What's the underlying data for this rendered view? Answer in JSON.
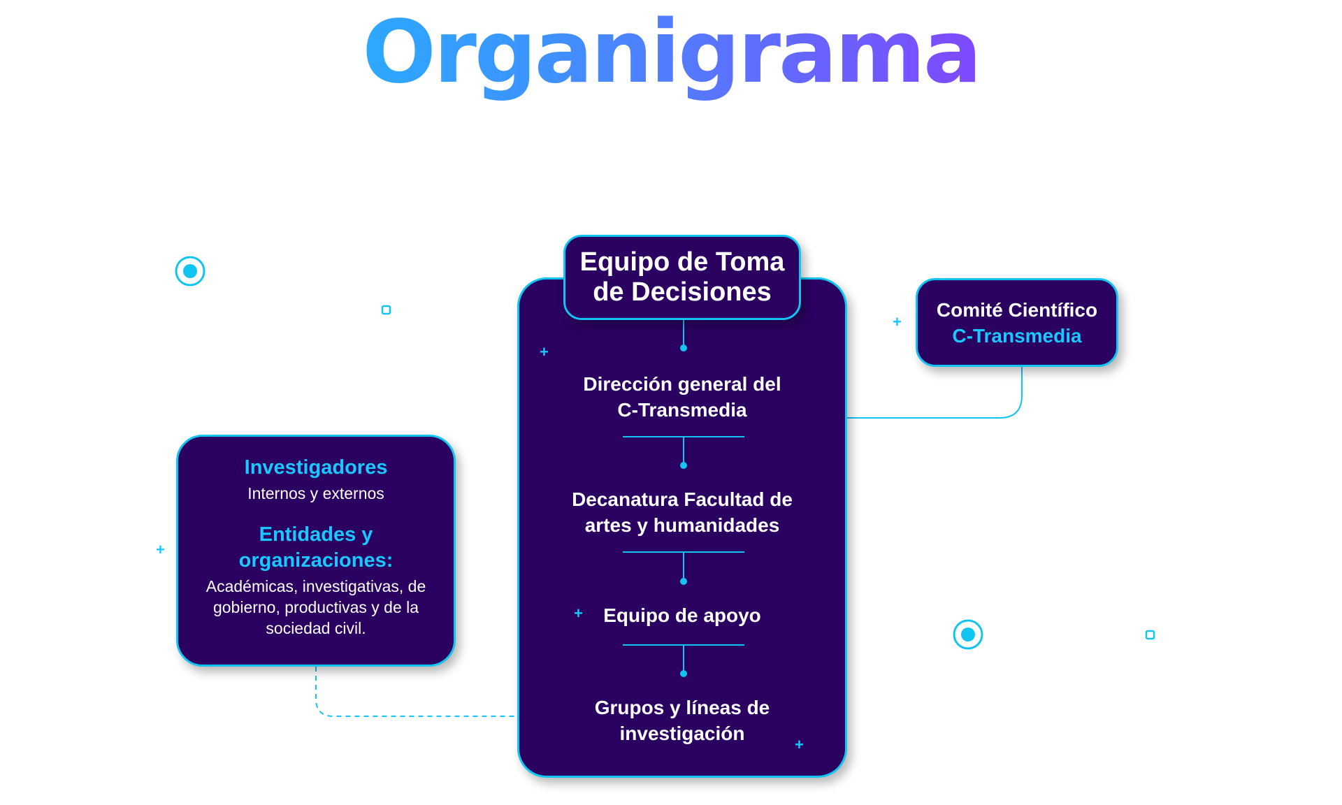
{
  "title": "Organigrama",
  "header_box": {
    "lines": [
      "Equipo de Toma",
      "de Decisiones"
    ]
  },
  "main_nodes": [
    {
      "lines": [
        "Dirección general del",
        "C-Transmedia"
      ]
    },
    {
      "lines": [
        "Decanatura Facultad de",
        "artes y humanidades"
      ]
    },
    {
      "lines": [
        "Equipo de apoyo"
      ]
    },
    {
      "lines": [
        "Grupos y líneas de",
        "investigación"
      ]
    }
  ],
  "comite": {
    "line1": "Comité Científico",
    "line2": "C-Transmedia"
  },
  "left_box": {
    "investigadores": "Investigadores",
    "investigadores_sub": "Internos y externos",
    "entidades_lines": [
      "Entidades y",
      "organizaciones:"
    ],
    "entidades_sub_lines": [
      "Académicas, investigativas, de",
      "gobierno, productivas y de la",
      "sociedad civil."
    ]
  },
  "colors": {
    "box_fill": "#2a0060",
    "accent": "#12c4f2",
    "text": "#ffffff",
    "highlight": "#18c8ff"
  },
  "icons": [
    "target-icon",
    "square-outline-icon",
    "plus-icon"
  ]
}
